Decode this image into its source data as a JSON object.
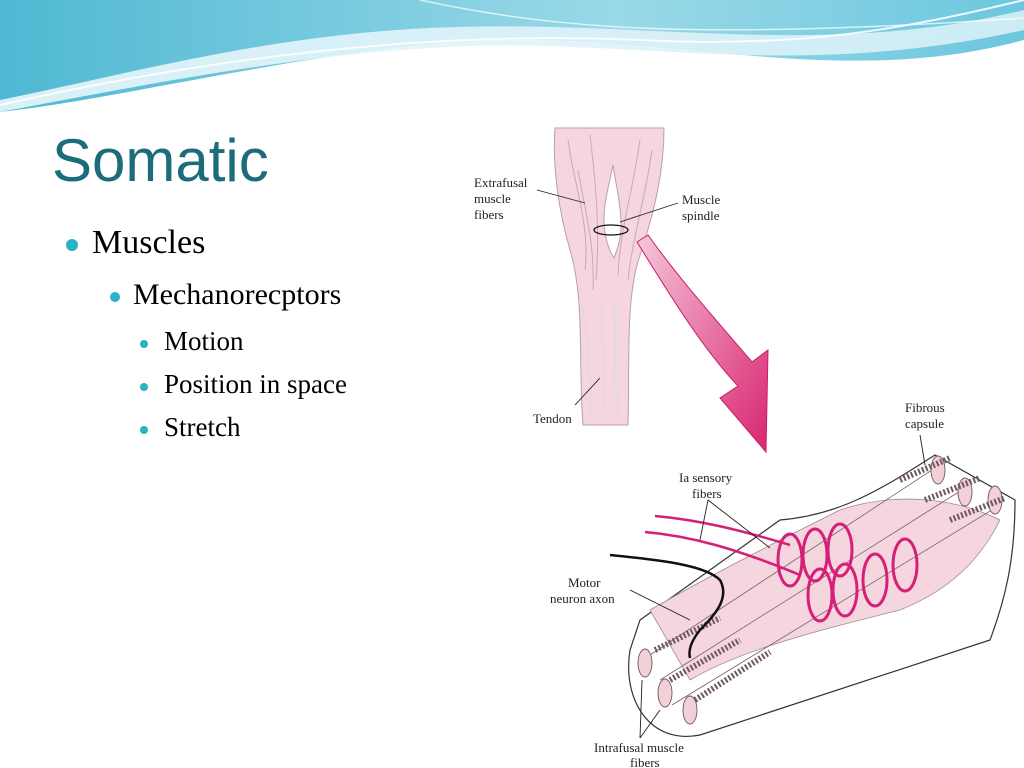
{
  "slide": {
    "title": "Somatic",
    "bullets": [
      {
        "level": 1,
        "text": "Muscles"
      },
      {
        "level": 2,
        "text": "Mechanorecptors"
      },
      {
        "level": 3,
        "text": "Motion"
      },
      {
        "level": 3,
        "text": "Position in space"
      },
      {
        "level": 3,
        "text": "Stretch"
      }
    ]
  },
  "figure": {
    "labels": {
      "extrafusal_1": "Extrafusal",
      "extrafusal_2": "muscle",
      "extrafusal_3": "fibers",
      "spindle_1": "Muscle",
      "spindle_2": "spindle",
      "tendon": "Tendon",
      "capsule_1": "Fibrous",
      "capsule_2": "capsule",
      "sensory_1": "Ia sensory",
      "sensory_2": "fibers",
      "motor_1": "Motor",
      "motor_2": "neuron axon",
      "intrafusal_1": "Intrafusal muscle",
      "intrafusal_2": "fibers"
    }
  },
  "colors": {
    "title": "#1c6c7c",
    "bullet_dot": "#2ab3c8",
    "muscle_fill": "#f6d6de",
    "arrow": "#e0357f",
    "sensory_fiber": "#d61f78"
  }
}
